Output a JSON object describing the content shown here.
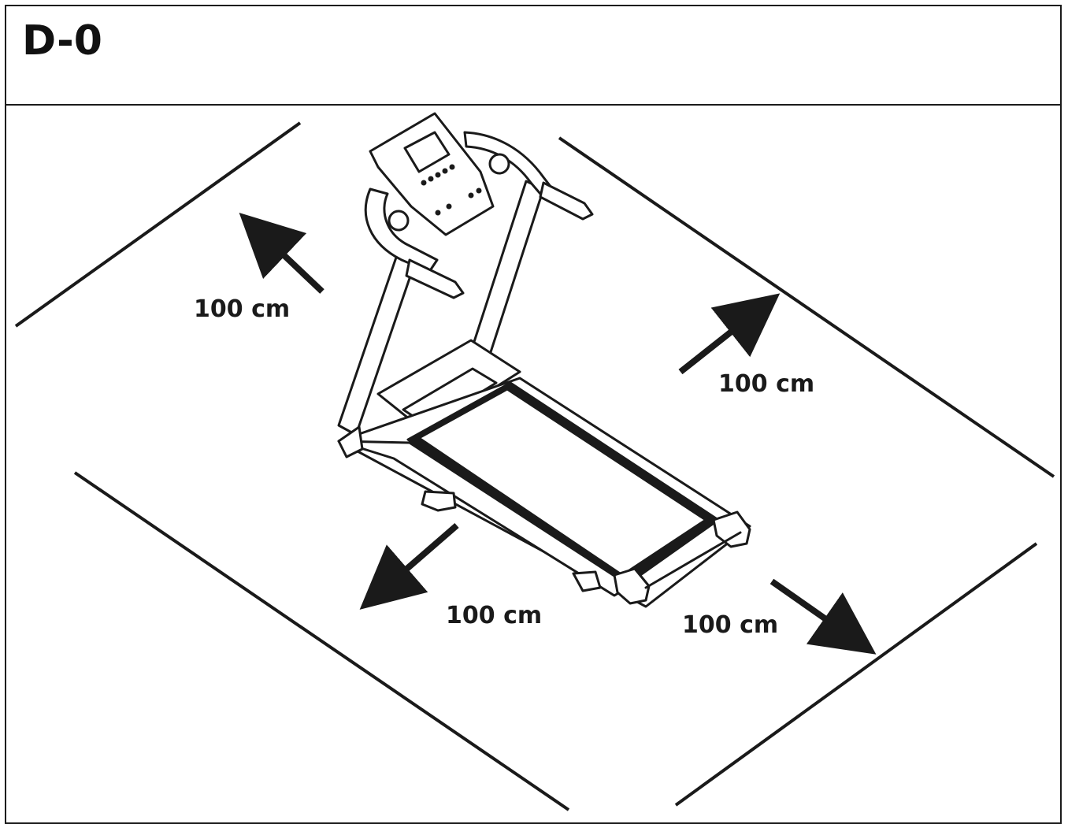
{
  "header": {
    "step_code": "D-0"
  },
  "clearance": {
    "back_left": "100 cm",
    "back_right": "100 cm",
    "front_left": "100 cm",
    "front_right": "100 cm"
  },
  "colors": {
    "ink": "#1a1a1a",
    "paper": "#ffffff",
    "belt": "#1a1a1a"
  },
  "icons": {
    "equipment": "treadmill-illustration",
    "direction": "arrow-icon"
  }
}
